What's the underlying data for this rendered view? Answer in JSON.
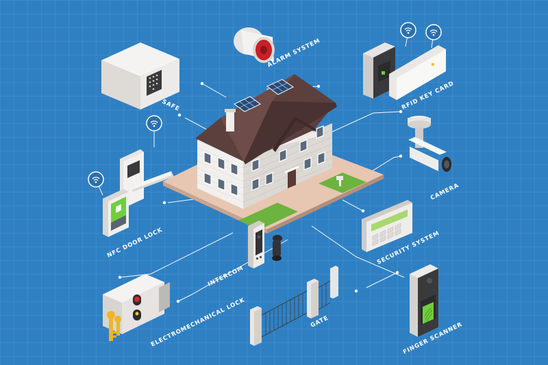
{
  "labels": {
    "alarm": "ALARM SYSTEM",
    "rfid": "RFID KEY CARD",
    "safe": "SAFE",
    "camera": "CAMERA",
    "nfc": "NFC DOOR LOCK",
    "security": "SECURITY SYSTEM",
    "intercom": "INTERCOM",
    "lock": "ELECTROMECHANICAL LOCK",
    "gate": "GATE",
    "finger": "FINGER SCANNER"
  },
  "colors": {
    "background": "#2f80c3",
    "line": "#ffffff",
    "accent_green": "#6fcf3a",
    "accent_red": "#d8262b",
    "roof": "#5b3f3d",
    "wall": "#e6e3e0",
    "wifi_badge": "#2a6fb0"
  }
}
